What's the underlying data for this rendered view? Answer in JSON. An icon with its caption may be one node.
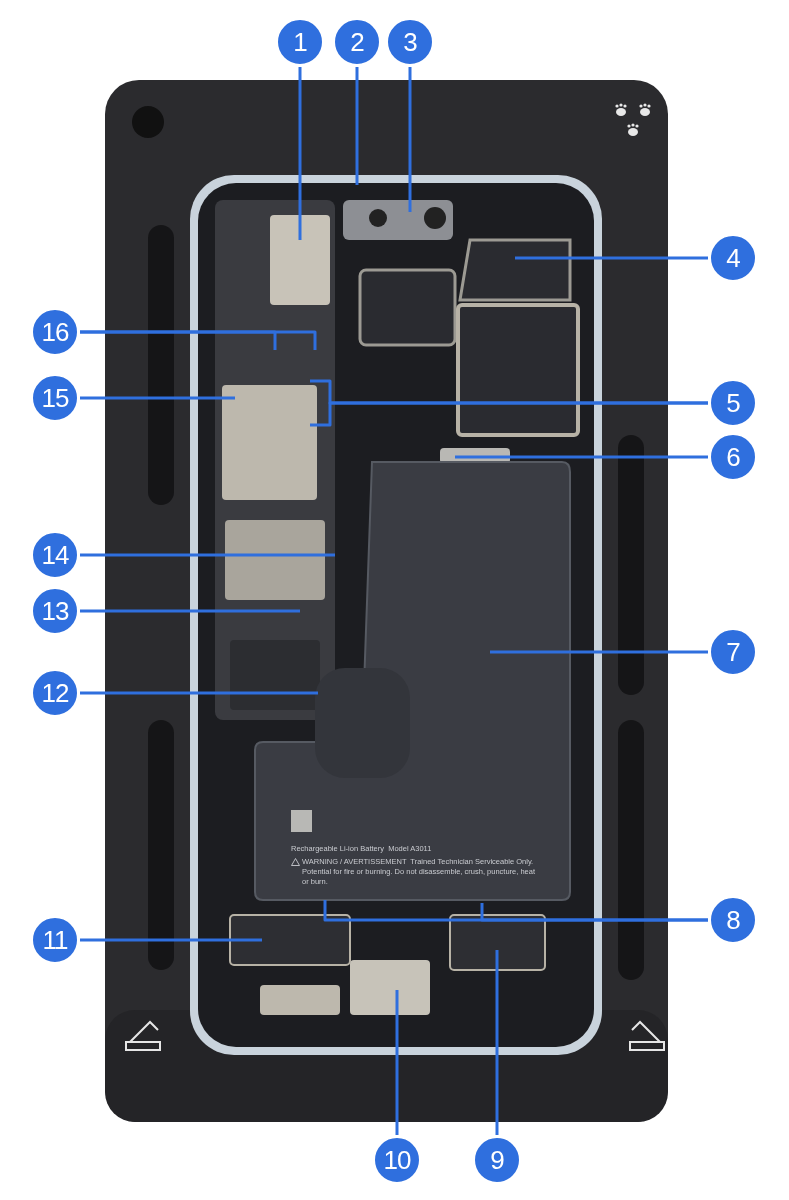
{
  "diagram": {
    "nodes": [
      {
        "text": [
          "1"
        ]
      },
      {
        "text": [
          "2"
        ]
      },
      {
        "text": [
          "3"
        ]
      },
      {
        "text": [
          "4"
        ]
      },
      {
        "text": [
          "5"
        ]
      },
      {
        "text": [
          "6"
        ]
      },
      {
        "text": [
          "7"
        ]
      },
      {
        "text": [
          "8"
        ]
      },
      {
        "text": [
          "9"
        ]
      },
      {
        "text": [
          "10"
        ]
      },
      {
        "text": [
          "11"
        ]
      },
      {
        "text": [
          "12"
        ]
      },
      {
        "text": [
          "13"
        ]
      },
      {
        "text": [
          "14"
        ]
      },
      {
        "text": [
          "15"
        ]
      },
      {
        "text": [
          "16"
        ]
      }
    ],
    "edges": [
      {
        "from": 0,
        "to": null,
        "arrow": "none"
      },
      {
        "from": 1,
        "to": null,
        "arrow": "none"
      },
      {
        "from": 2,
        "to": null,
        "arrow": "none"
      },
      {
        "from": 3,
        "to": null,
        "arrow": "none"
      },
      {
        "from": 4,
        "to": null,
        "arrow": "none"
      },
      {
        "from": 4,
        "to": null,
        "arrow": "none"
      },
      {
        "from": 5,
        "to": null,
        "arrow": "none"
      },
      {
        "from": 6,
        "to": null,
        "arrow": "none"
      },
      {
        "from": 7,
        "to": null,
        "arrow": "none"
      },
      {
        "from": 7,
        "to": null,
        "arrow": "none"
      },
      {
        "from": 8,
        "to": null,
        "arrow": "none"
      },
      {
        "from": 9,
        "to": null,
        "arrow": "none"
      },
      {
        "from": 10,
        "to": null,
        "arrow": "none"
      },
      {
        "from": 11,
        "to": null,
        "arrow": "none"
      },
      {
        "from": 12,
        "to": null,
        "arrow": "none"
      },
      {
        "from": 13,
        "to": null,
        "arrow": "none"
      },
      {
        "from": 14,
        "to": null,
        "arrow": "none"
      },
      {
        "from": 15,
        "to": null,
        "arrow": "none"
      },
      {
        "from": 15,
        "to": null,
        "arrow": "none"
      }
    ],
    "labels": [
      "Rechargeable Li-ion Battery  Model A3011",
      "WARNING / AVERTISSEMENT  Trained Technician Serviceable Only. Potential for fire or burning. Do not disassemble, crush, puncture, heat or burn."
    ]
  }
}
